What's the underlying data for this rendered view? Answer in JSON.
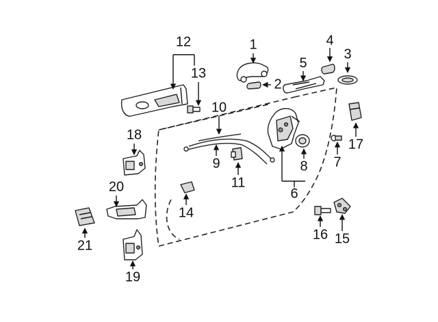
{
  "diagram": {
    "callouts": {
      "c1": "1",
      "c2": "2",
      "c3": "3",
      "c4": "4",
      "c5": "5",
      "c6": "6",
      "c7": "7",
      "c8": "8",
      "c9": "9",
      "c10": "10",
      "c11": "11",
      "c12": "12",
      "c13": "13",
      "c14": "14",
      "c15": "15",
      "c16": "16",
      "c17": "17",
      "c18": "18",
      "c19": "19",
      "c20": "20",
      "c21": "21"
    }
  },
  "colors": {
    "line": "#222222",
    "fill_light": "#d9d9d9",
    "fill_dark": "#8a8a8a",
    "background": "#ffffff"
  }
}
